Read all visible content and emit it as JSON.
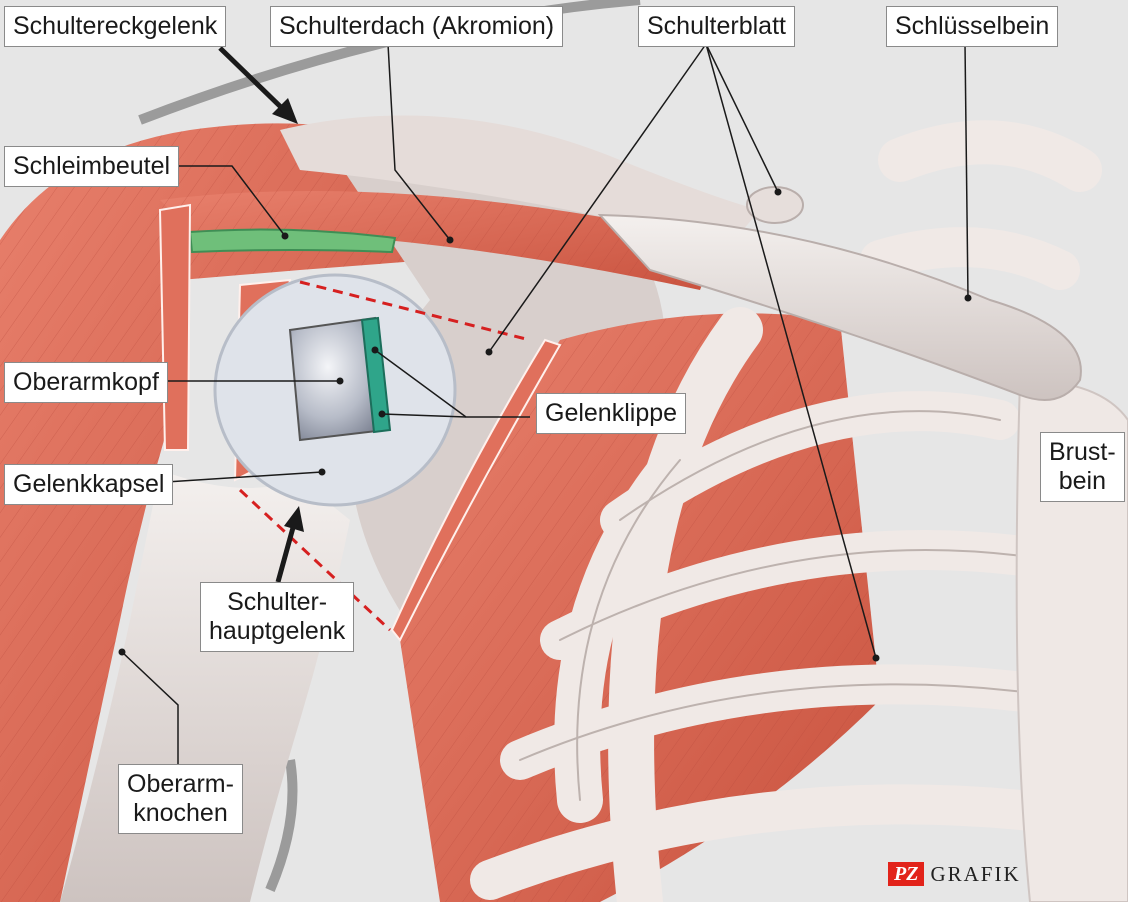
{
  "labels": {
    "schultereckgelenk": "Schultereckgelenk",
    "schulterdach": "Schulterdach (Akromion)",
    "schulterblatt": "Schulterblatt",
    "schluesselbein": "Schlüsselbein",
    "schleimbeutel": "Schleimbeutel",
    "oberarmkopf": "Oberarmkopf",
    "gelenkkapsel": "Gelenkkapsel",
    "gelenklippe": "Gelenklippe",
    "schulterhauptgelenk_line1": "Schulter-",
    "schulterhauptgelenk_line2": "hauptgelenk",
    "brustbein_line1": "Brust-",
    "brustbein_line2": "bein",
    "oberarmknochen_line1": "Oberarm-",
    "oberarmknochen_line2": "knochen"
  },
  "logo": {
    "mark": "PZ",
    "text": "GRAFIK"
  },
  "colors": {
    "muscle": "#e0705c",
    "muscle_dark": "#c8523f",
    "bone": "#ece6e3",
    "bone_shade": "#cbbfbc",
    "cartilage": "#2fa58a",
    "bursa": "#6fbf7a",
    "background": "#e6e6e6",
    "dashed_line": "#d62020",
    "logo_red": "#e2231a"
  }
}
